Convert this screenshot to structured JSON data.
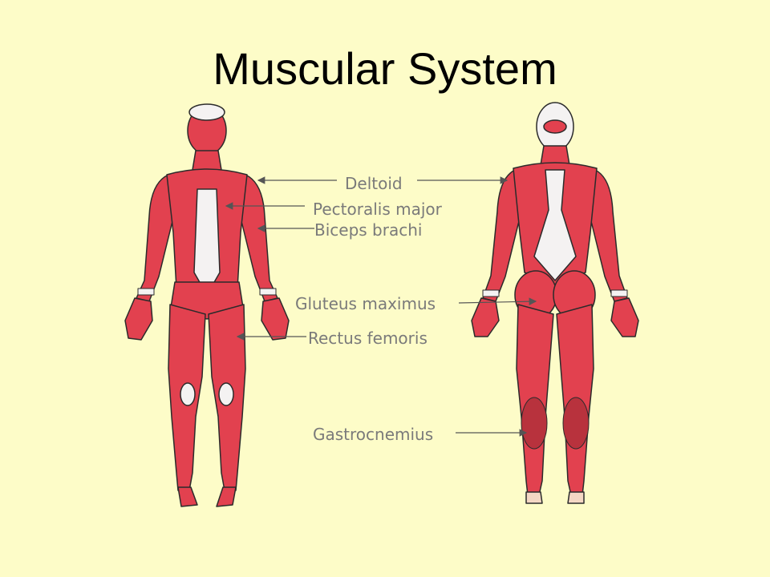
{
  "slide": {
    "title": "Muscular System"
  },
  "labels": {
    "deltoid": "Deltoid",
    "pectoralis": "Pectoralis major",
    "biceps": "Biceps brachi",
    "gluteus": "Gluteus maximus",
    "rectus": "Rectus femoris",
    "gastrocnemius": "Gastrocnemius"
  },
  "colors": {
    "background": "#fdfcc8",
    "muscle": "#e2414f",
    "muscle_dark": "#b8323d",
    "tendon": "#f4f2f2",
    "outline": "#2b2b2b",
    "label_text": "#7a7a7a"
  }
}
